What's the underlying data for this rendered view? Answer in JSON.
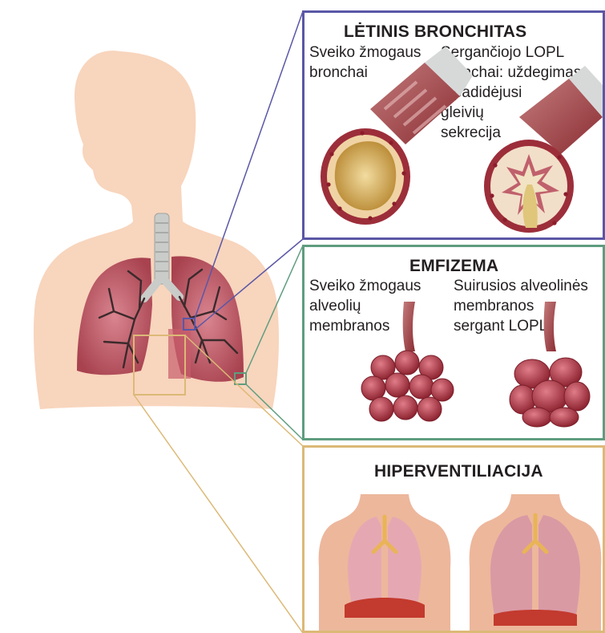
{
  "panels": {
    "chronic": {
      "title": "LĖTINIS BRONCHITAS",
      "left_label": "Sveiko žmogaus\nbronchai",
      "right_label": "Sergančiojo LOPL\nbronchai: uždegimas\nir padidėjusi\ngleivių\nsekrecija"
    },
    "emphysema": {
      "title": "EMFIZEMA",
      "left_label": "Sveiko žmogaus\nalveolių\nmembranos",
      "right_label": "Suirusios alveolinės\nmembranos\nsergant LOPL"
    },
    "hyper": {
      "title": "HIPERVENTILIACIJA"
    }
  },
  "colors": {
    "chronic_border": "#5a57a6",
    "emphysema_border": "#5f9d7f",
    "hyper_border": "#dcb977",
    "skin": "#f8d5bd",
    "lung": "#c25c6c"
  }
}
